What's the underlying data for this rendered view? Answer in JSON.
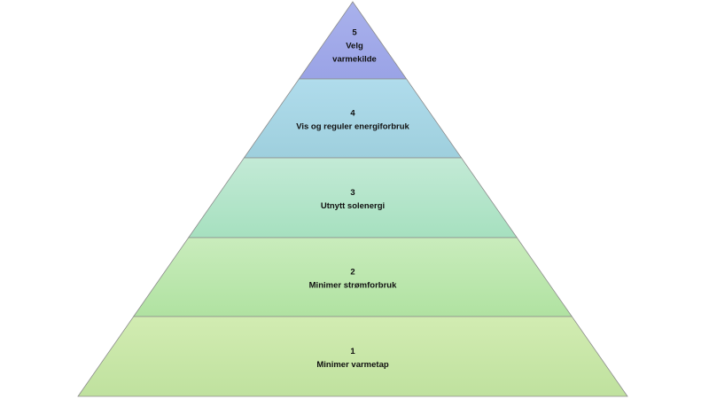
{
  "pyramid": {
    "levels": [
      {
        "number": "5",
        "lines": [
          "Velg",
          "varmekilde"
        ],
        "color_top": "#a9b1ec",
        "color_bottom": "#9aa3e6"
      },
      {
        "number": "4",
        "lines": [
          "Vis og reguler energiforbruk"
        ],
        "color_top": "#b0dcec",
        "color_bottom": "#9ecfdd"
      },
      {
        "number": "3",
        "lines": [
          "Utnytt solenergi"
        ],
        "color_top": "#c3ead6",
        "color_bottom": "#a6e0bf"
      },
      {
        "number": "2",
        "lines": [
          "Minimer strømforbruk"
        ],
        "color_top": "#c9ecbc",
        "color_bottom": "#b0e2a1"
      },
      {
        "number": "1",
        "lines": [
          "Minimer varmetap"
        ],
        "color_top": "#d2ecb2",
        "color_bottom": "#bfe19e"
      }
    ],
    "outline_color": "#8c8c8c"
  }
}
